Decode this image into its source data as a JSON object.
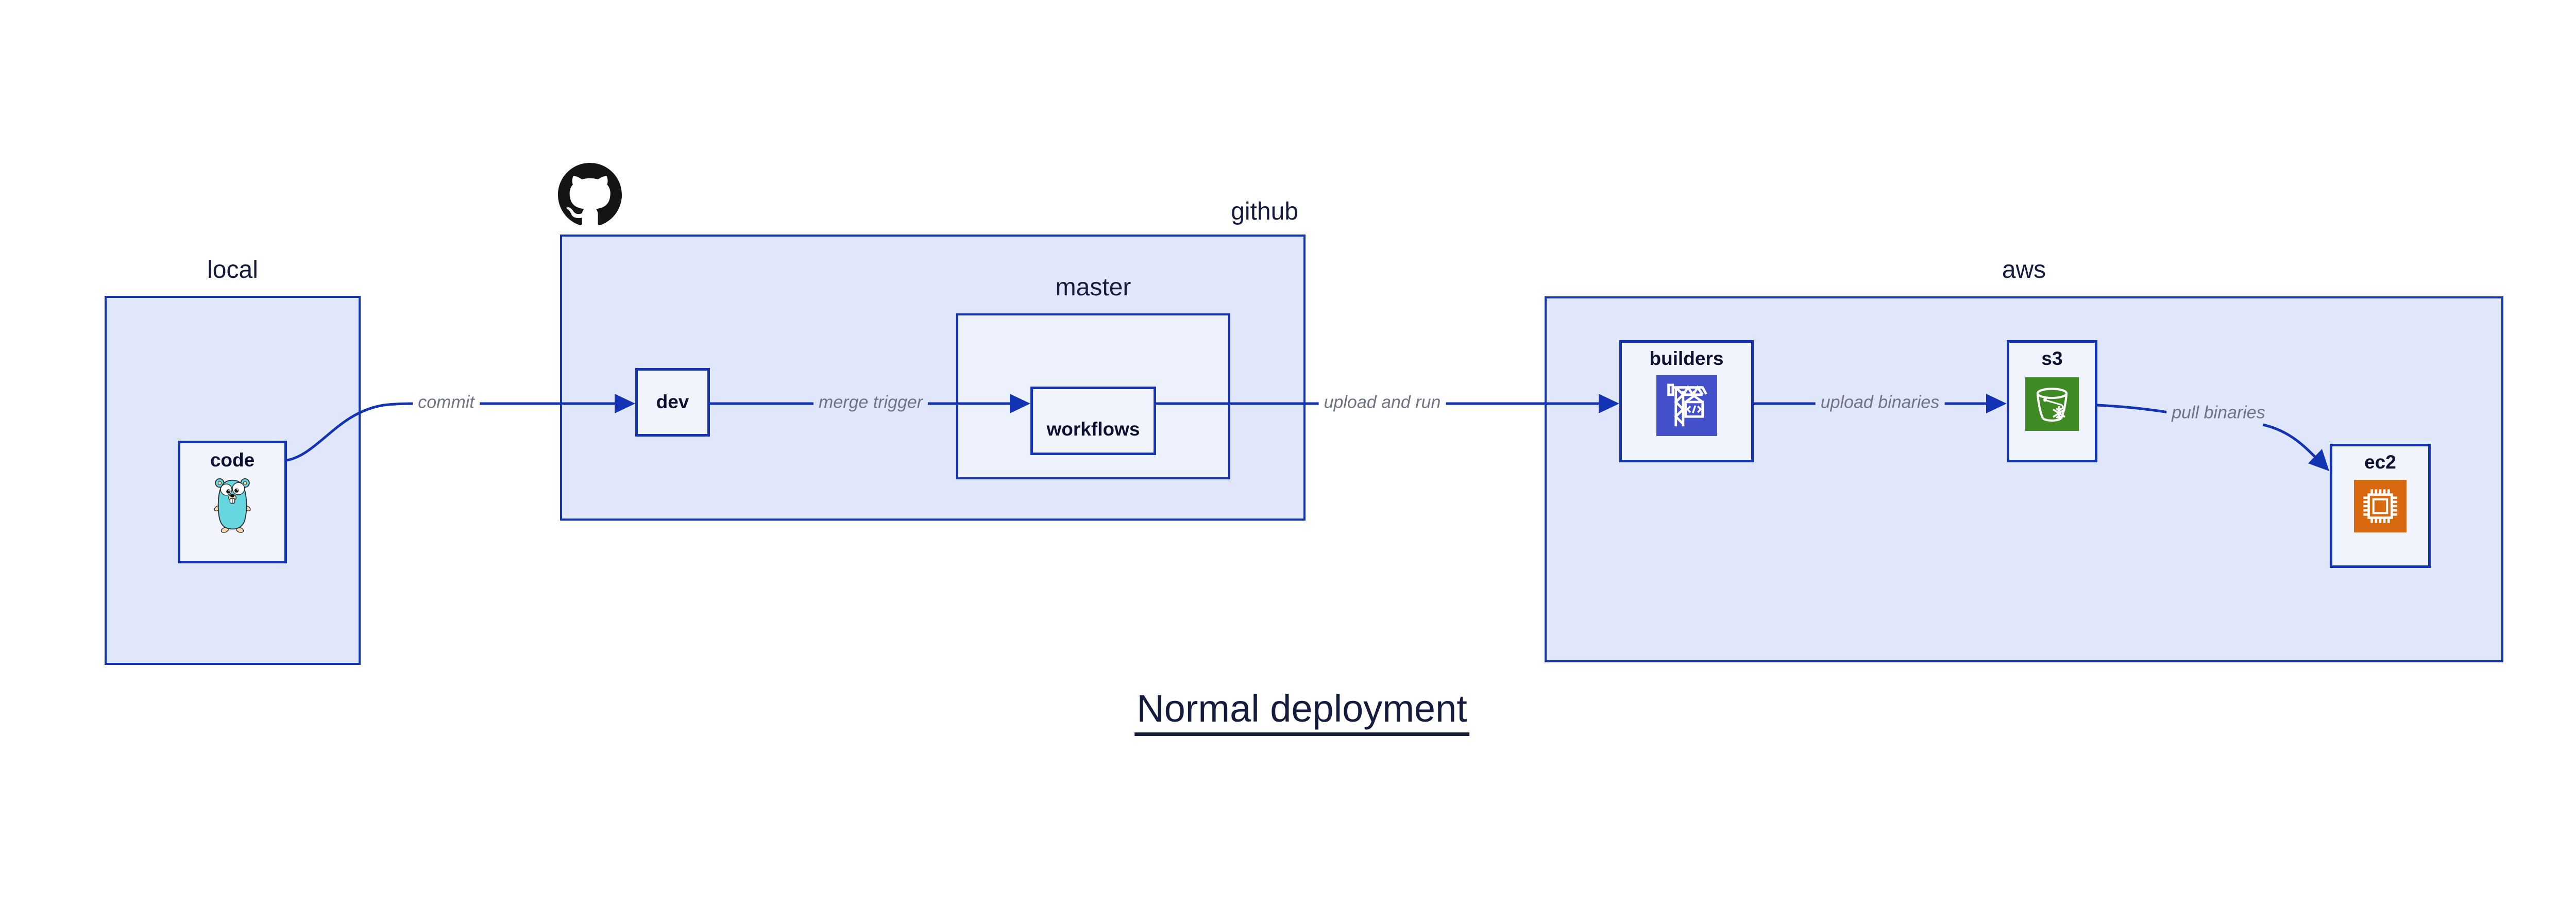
{
  "diagram": {
    "title": "Normal deployment",
    "containers": {
      "local": {
        "label": "local"
      },
      "github": {
        "label": "github"
      },
      "master": {
        "label": "master"
      },
      "aws": {
        "label": "aws"
      }
    },
    "nodes": {
      "code": {
        "label": "code"
      },
      "dev": {
        "label": "dev"
      },
      "workflows": {
        "label": "workflows"
      },
      "builders": {
        "label": "builders"
      },
      "s3": {
        "label": "s3"
      },
      "ec2": {
        "label": "ec2"
      }
    },
    "edges": [
      {
        "from": "code",
        "to": "dev",
        "label": "commit"
      },
      {
        "from": "dev",
        "to": "workflows",
        "label": "merge trigger"
      },
      {
        "from": "workflows",
        "to": "builders",
        "label": "upload and run"
      },
      {
        "from": "builders",
        "to": "s3",
        "label": "upload binaries"
      },
      {
        "from": "s3",
        "to": "ec2",
        "label": "pull binaries"
      }
    ],
    "icons": {
      "github_logo": "github-octocat",
      "code": "go-gopher",
      "builders": "aws-codebuild",
      "s3": "aws-s3-glacier",
      "ec2": "aws-ec2"
    },
    "colors": {
      "edge_blue": "#1233b4",
      "container_fill": "#e1e7fb",
      "inner_container_fill": "#edf1fc",
      "node_fill": "#f1f4fc",
      "edge_label_gray": "#6f7383",
      "text_navy": "#0d1233",
      "codebuild_indigo": "#4450c9",
      "s3_green": "#3f8a24",
      "ec2_orange": "#d9690f",
      "gopher_teal": "#66d7de"
    }
  }
}
